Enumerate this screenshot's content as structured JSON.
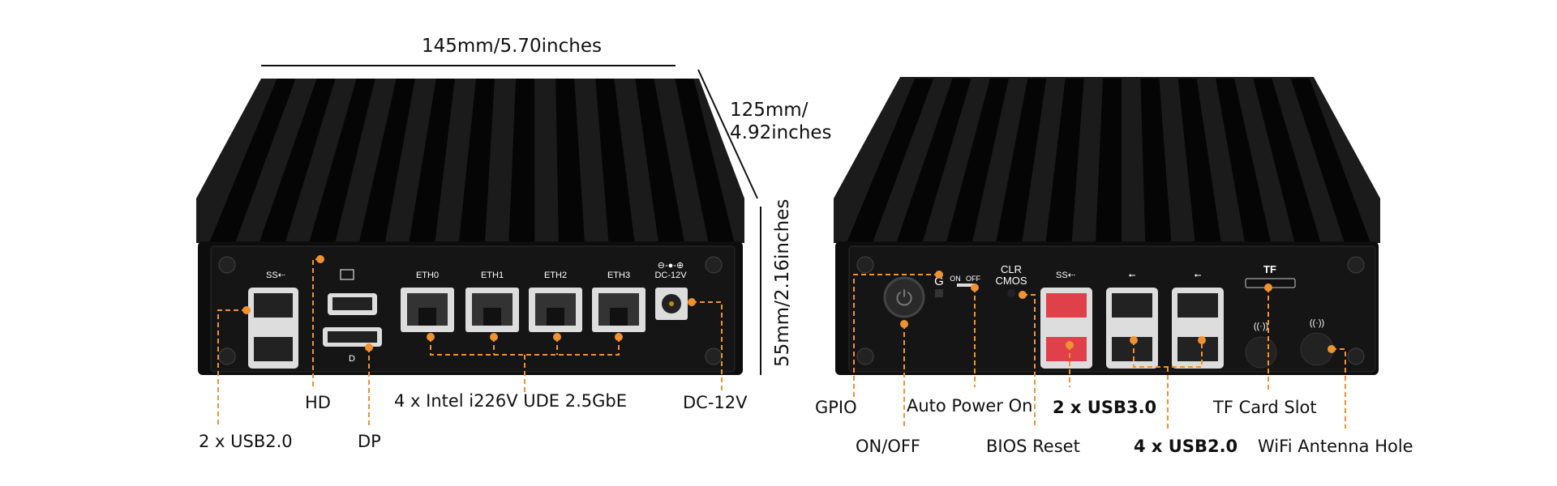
{
  "dimensions": {
    "width": "145mm/5.70inches",
    "depth_line1": "125mm/",
    "depth_line2": "4.92inches",
    "height": "55mm/2.16inches"
  },
  "front_panel": {
    "eth_labels": [
      "ETH0",
      "ETH1",
      "ETH2",
      "ETH3"
    ],
    "dc_label": "DC-12V"
  },
  "rear_panel": {
    "g_label": "G",
    "switch_on": "ON",
    "switch_off": "OFF",
    "clr_line1": "CLR",
    "clr_line2": "CMOS",
    "tf_label": "TF"
  },
  "callouts_left": {
    "usb": "2 x USB2.0",
    "hd": "HD",
    "dp": "DP",
    "lan": "4 x Intel i226V UDE 2.5GbE",
    "dc": "DC-12V"
  },
  "callouts_right": {
    "gpio": "GPIO",
    "onoff": "ON/OFF",
    "auto_power": "Auto Power On",
    "bios": "BIOS Reset",
    "usb3": "2 x USB3.0",
    "usb2": "4 x USB2.0",
    "tf": "TF Card Slot",
    "wifi": "WiFi Antenna Hole"
  },
  "colors": {
    "accent": "#f0922f",
    "body": "#141414",
    "usb3": "#e0404a"
  }
}
